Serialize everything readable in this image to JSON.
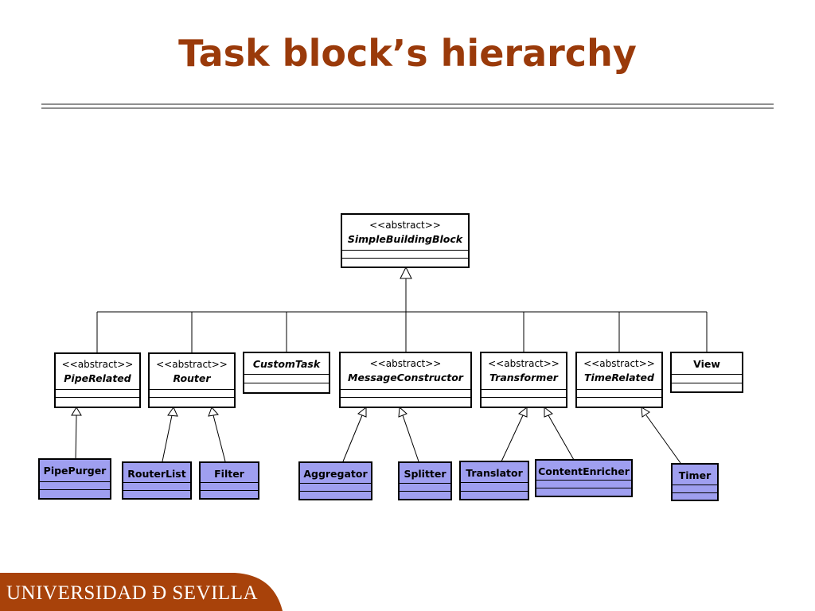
{
  "slide": {
    "title": "Task block’s hierarchy"
  },
  "diagram": {
    "root": {
      "stereotype": "<<abstract>>",
      "name": "SimpleBuildingBlock"
    },
    "level1": [
      {
        "stereotype": "<<abstract>>",
        "name": "PipeRelated"
      },
      {
        "stereotype": "<<abstract>>",
        "name": "Router"
      },
      {
        "stereotype": "",
        "name": "CustomTask"
      },
      {
        "stereotype": "<<abstract>>",
        "name": "MessageConstructor"
      },
      {
        "stereotype": "<<abstract>>",
        "name": "Transformer"
      },
      {
        "stereotype": "<<abstract>>",
        "name": "TimeRelated"
      },
      {
        "stereotype": "",
        "name": "View"
      }
    ],
    "leaves": [
      {
        "name": "PipePurger",
        "parent": "PipeRelated"
      },
      {
        "name": "RouterList",
        "parent": "Router"
      },
      {
        "name": "Filter",
        "parent": "Router"
      },
      {
        "name": "Aggregator",
        "parent": "MessageConstructor"
      },
      {
        "name": "Splitter",
        "parent": "MessageConstructor"
      },
      {
        "name": "Translator",
        "parent": "Transformer"
      },
      {
        "name": "ContentEnricher",
        "parent": "Transformer"
      },
      {
        "name": "Timer",
        "parent": "TimeRelated"
      }
    ]
  },
  "footer": {
    "institution": "UNIVERSIDAD Ð SEVILLA"
  },
  "colors": {
    "title": "#9a3a0a",
    "leaf_fill": "#9f9ff0",
    "footer": "#a8420a"
  }
}
